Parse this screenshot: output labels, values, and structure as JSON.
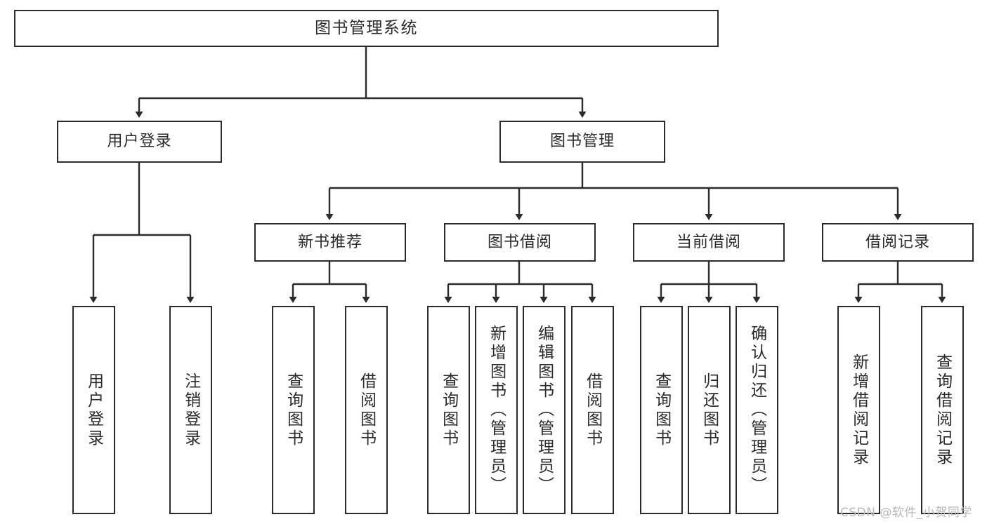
{
  "diagram": {
    "type": "tree",
    "title": "图书管理系统",
    "root": {
      "label": "图书管理系统"
    },
    "level2": [
      {
        "label": "用户登录"
      },
      {
        "label": "图书管理"
      }
    ],
    "level3": [
      {
        "label": "新书推荐"
      },
      {
        "label": "图书借阅"
      },
      {
        "label": "当前借阅"
      },
      {
        "label": "借阅记录"
      }
    ],
    "leaves": {
      "user_login": [
        {
          "label": "用户登录"
        },
        {
          "label": "注销登录"
        }
      ],
      "new_book_recommend": [
        {
          "label": "查询图书"
        },
        {
          "label": "借阅图书"
        }
      ],
      "book_borrow": [
        {
          "label": "查询图书"
        },
        {
          "label": "新增图书（管理员）"
        },
        {
          "label": "编辑图书（管理员）"
        },
        {
          "label": "借阅图书"
        }
      ],
      "current_borrow": [
        {
          "label": "查询图书"
        },
        {
          "label": "归还图书"
        },
        {
          "label": "确认归还（管理员）"
        }
      ],
      "borrow_record": [
        {
          "label": "新增借阅记录"
        },
        {
          "label": "查询借阅记录"
        }
      ]
    }
  },
  "watermark": {
    "text": "CSDN @软件_小贺同学"
  },
  "colors": {
    "stroke": "#2b2b2b",
    "fill": "#ffffff",
    "watermark": "#b9b9b9"
  }
}
